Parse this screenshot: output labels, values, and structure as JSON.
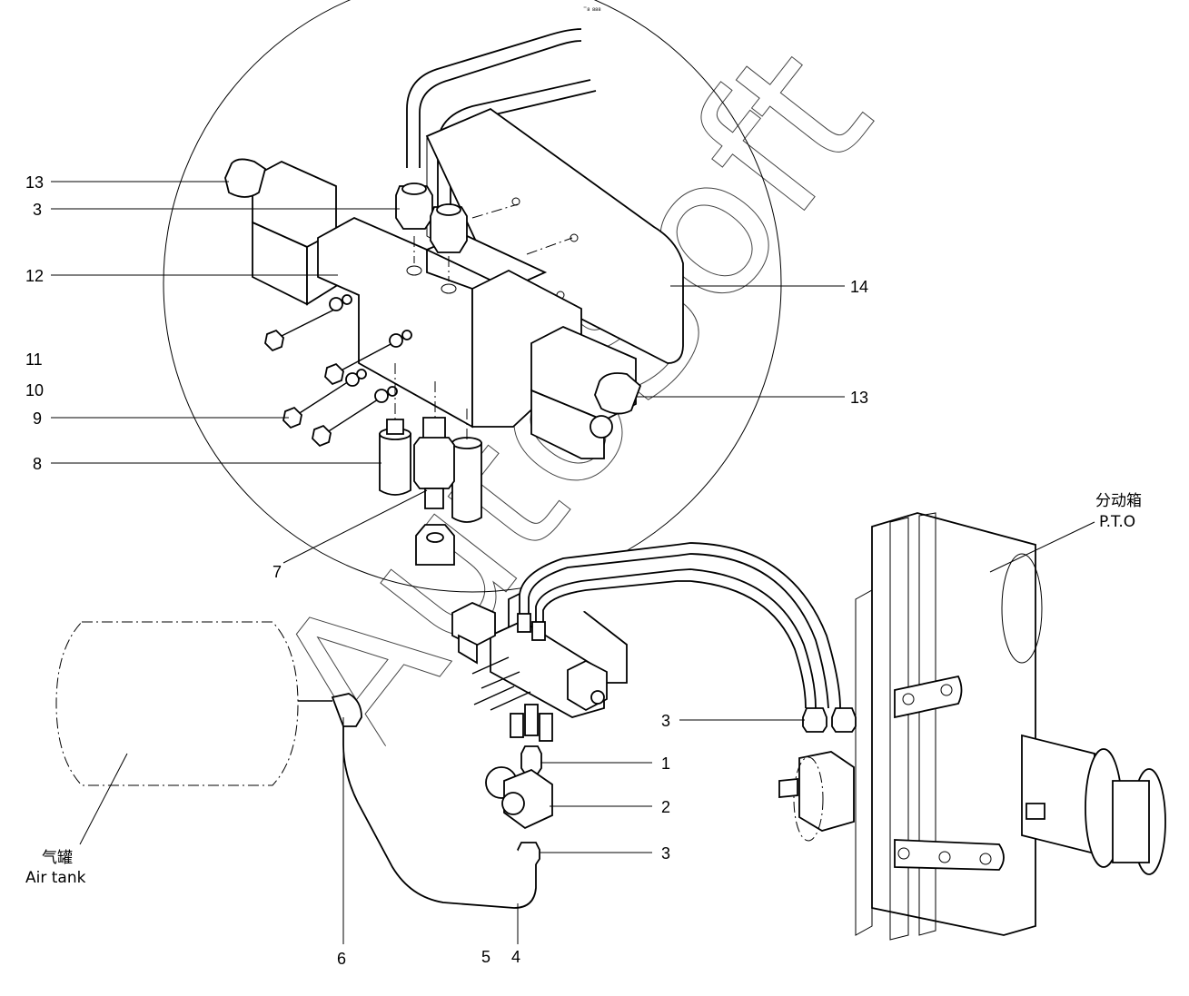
{
  "header": {
    "mark": "⁼₈ ₈₈₈"
  },
  "watermark": "AutoSoft",
  "callouts": {
    "c13_top": "13",
    "c3_top": "3",
    "c12": "12",
    "c11": "11",
    "c10": "10",
    "c9": "9",
    "c8": "8",
    "c7": "7",
    "c14": "14",
    "c13_right": "13",
    "c3_mid": "3",
    "c1": "1",
    "c2": "2",
    "c3_low": "3",
    "c4": "4",
    "c5": "5",
    "c6": "6"
  },
  "labels": {
    "pto_cn": "分动箱",
    "pto_en": "P.T.O",
    "tank_cn": "气罐",
    "tank_en": "Air tank"
  }
}
